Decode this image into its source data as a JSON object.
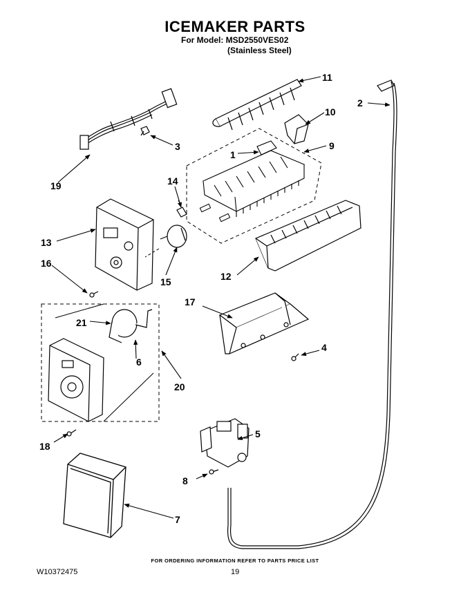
{
  "header": {
    "title": "ICEMAKER PARTS",
    "model_line": "For Model: MSD2550VES02",
    "finish_line": "(Stainless Steel)"
  },
  "footer": {
    "ordering_note": "FOR ORDERING INFORMATION REFER TO PARTS PRICE LIST",
    "document_number": "W10372475",
    "page_number": "19"
  },
  "callouts": {
    "c1": "1",
    "c2": "2",
    "c3": "3",
    "c4": "4",
    "c5": "5",
    "c6": "6",
    "c7": "7",
    "c8": "8",
    "c9": "9",
    "c10": "10",
    "c11": "11",
    "c12": "12",
    "c13": "13",
    "c14": "14",
    "c15": "15",
    "c16": "16",
    "c17": "17",
    "c18": "18",
    "c19": "19",
    "c20": "20",
    "c21": "21"
  }
}
